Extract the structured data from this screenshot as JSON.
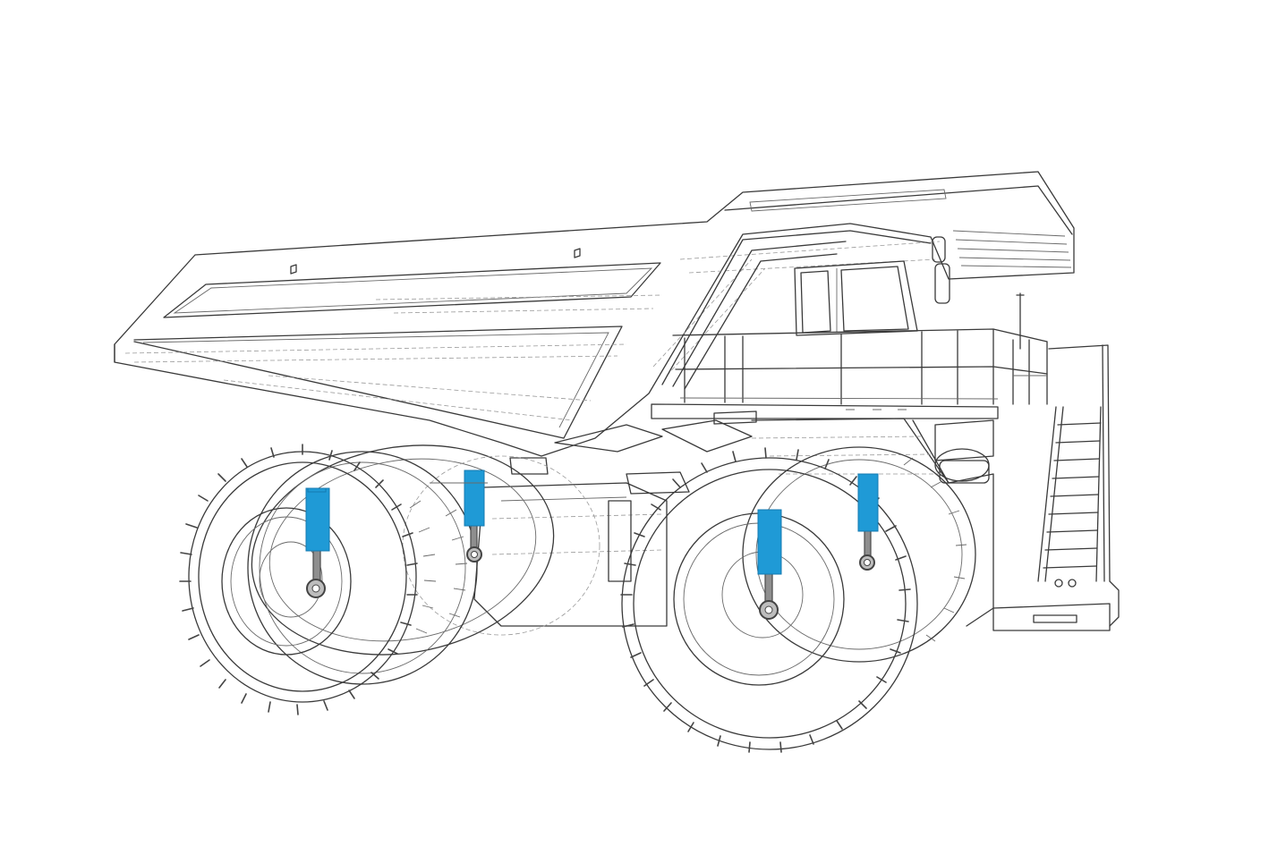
{
  "illustration": {
    "subject": "mining-haul-truck",
    "style": "line-drawing",
    "highlight_color": "#1f9ad6",
    "line_color": "#3a3a3a"
  },
  "suspension_cylinders": [
    {
      "id": "rear-outer",
      "highlighted": true
    },
    {
      "id": "rear-inner",
      "highlighted": true
    },
    {
      "id": "front-outer",
      "highlighted": true
    },
    {
      "id": "front-inner",
      "highlighted": true
    }
  ]
}
